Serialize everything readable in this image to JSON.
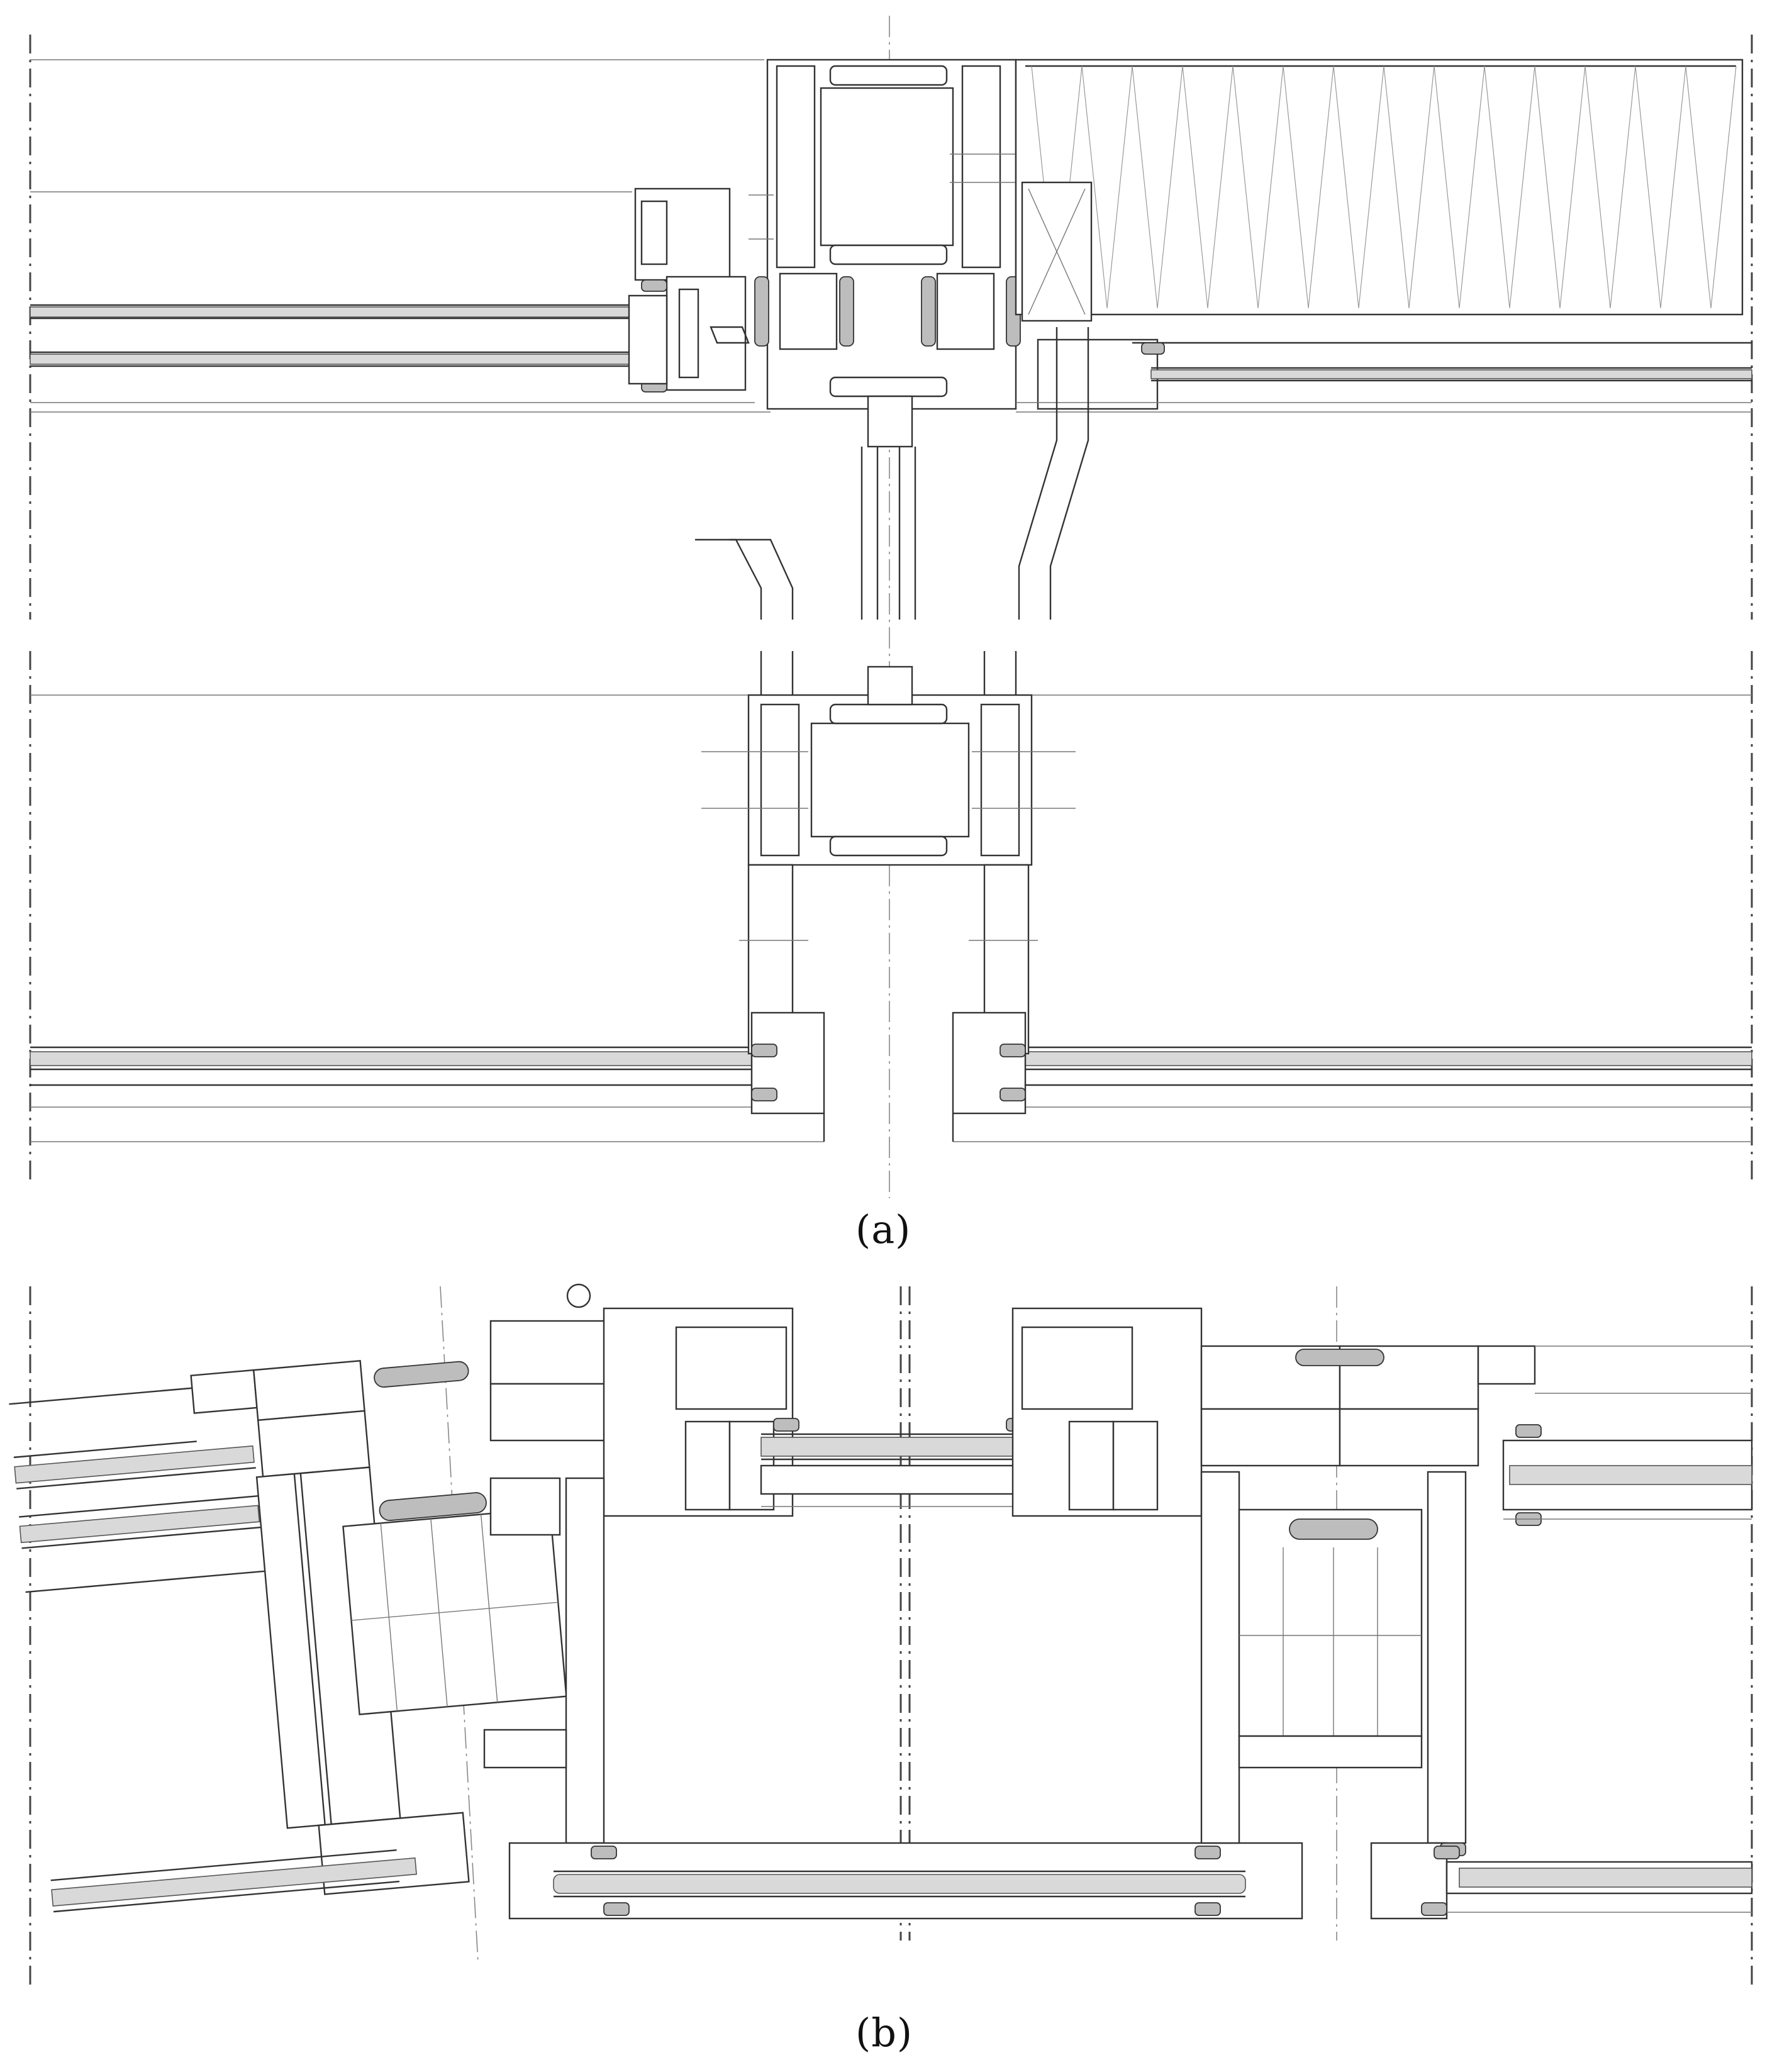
{
  "figure": {
    "panels": [
      {
        "id": "a",
        "caption": "(a)",
        "caption_letter": "a"
      },
      {
        "id": "b",
        "caption": "(b)",
        "caption_letter": "b"
      }
    ]
  },
  "colors": {
    "line": "#333333",
    "glass": "#d9d9d9",
    "gasket": "#bdbdbd",
    "background": "#ffffff"
  }
}
